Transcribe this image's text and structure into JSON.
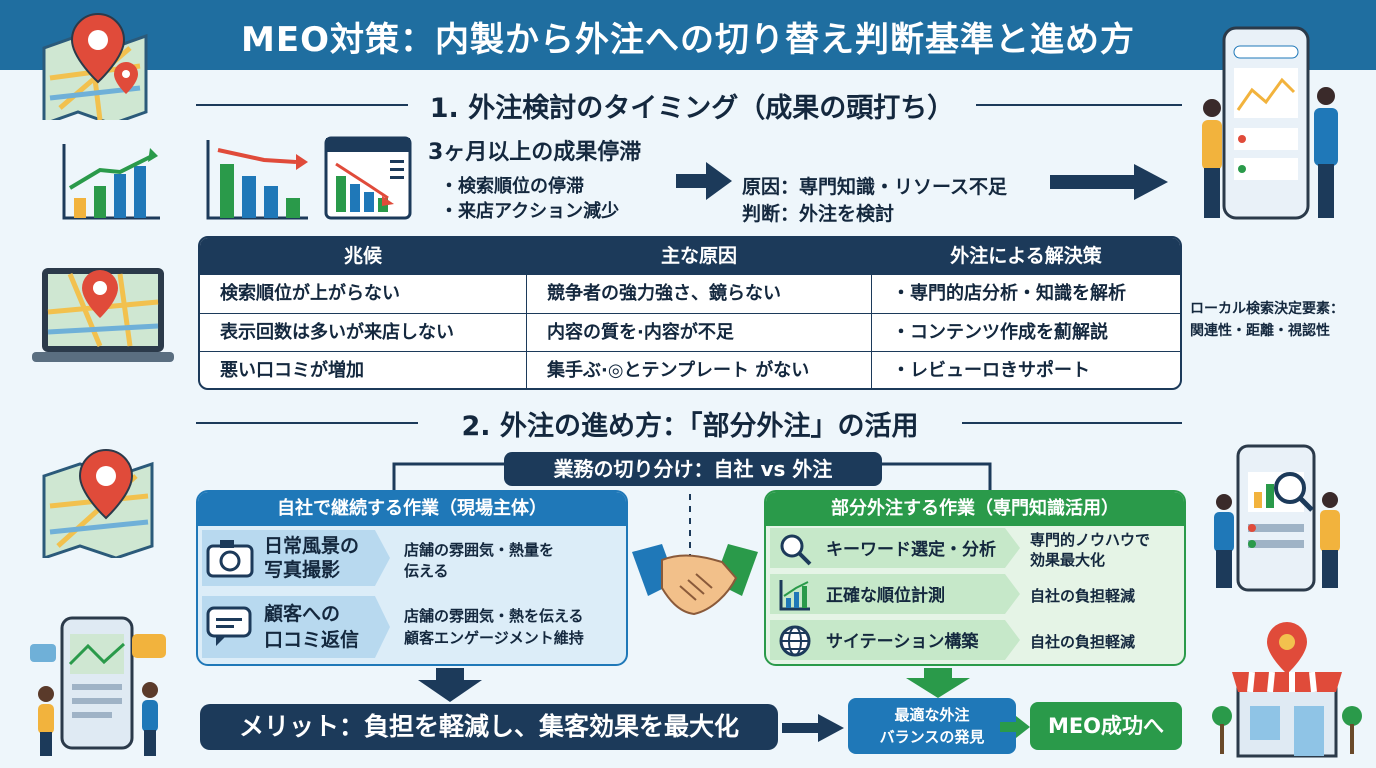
{
  "header": {
    "title": "MEO対策：内製から外注への切り替え判断基準と進め方"
  },
  "section1": {
    "title": "1. 外注検討のタイミング（成果の頭打ち）",
    "stagnation": {
      "title": "3ヶ月以上の成果停滞",
      "bullets": [
        "・検索順位の停滞",
        "・来店アクション減少"
      ]
    },
    "cause": "原因：専門知識・リソース不足",
    "judgment": "判断：外注を検討"
  },
  "table": {
    "headers": [
      "兆候",
      "主な原因",
      "外注による解決策"
    ],
    "rows": [
      [
        "検索順位が上がらない",
        "競争者の強力強さ、鏡らない",
        "・専門的店分析・知識を解析"
      ],
      [
        "表示回数は多いが来店しない",
        "内容の質を·内容が不足",
        "・コンテンツ作成を薊解説"
      ],
      [
        "悪い口コミが増加",
        "集手ぶ·◎とテンプレート がない",
        "・レビューロきサポート"
      ]
    ]
  },
  "side_note": {
    "line1": "ローカル検索決定要素：",
    "line2": "関連性・距離・視認性"
  },
  "section2": {
    "title": "2. 外注の進め方：「部分外注」の活用",
    "split_label": "業務の切り分け：自社 vs 外注",
    "inhouse": {
      "header": "自社で継続する作業（現場主体）",
      "tasks": [
        {
          "title_line1": "日常風景の",
          "title_line2": "写真撮影",
          "desc_line1": "店舗の雰囲気・熱量を",
          "desc_line2": "伝える"
        },
        {
          "title_line1": "顧客への",
          "title_line2": "口コミ返信",
          "desc_line1": "店舗の雰囲気・熱を伝える",
          "desc_line2": "顧客エンゲージメント維持"
        }
      ]
    },
    "outsource": {
      "header": "部分外注する作業（専門知識活用）",
      "tasks": [
        {
          "title": "キーワード選定・分析",
          "desc_line1": "専門的ノウハウで",
          "desc_line2": "効果最大化"
        },
        {
          "title": "正確な順位計測",
          "desc_line1": "自社の負担軽減",
          "desc_line2": ""
        },
        {
          "title": "サイテーション構築",
          "desc_line1": "自社の負担軽減",
          "desc_line2": ""
        }
      ]
    }
  },
  "bottom": {
    "merit": "メリット：負担を軽減し、集客効果を最大化",
    "balance_line1": "最適な外注",
    "balance_line2": "バランスの発見",
    "success": "MEO成功へ"
  },
  "colors": {
    "header": "#1f6ea0",
    "navy": "#1c3a5a",
    "blue": "#1f78b8",
    "green": "#2a9a4a",
    "background": "#eef6fb",
    "map_pin": "#e04b3a"
  }
}
